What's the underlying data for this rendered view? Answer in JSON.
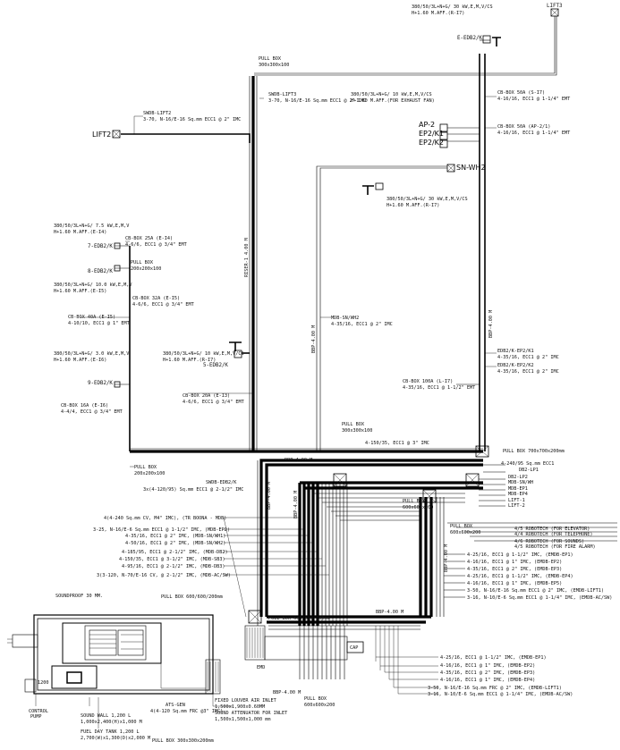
{
  "labels": {
    "top_eq": [
      "380/50/3L+N+G/ 30 kW,E,M,V/CS",
      "H+1.60 M.AFF.(R-I7)"
    ],
    "lift3": "LIFT3",
    "e_edb2": "E-EDB2/K",
    "pullbox_top": [
      "PULL BOX",
      "300x300x100"
    ],
    "swdb_lift3": [
      "SWDB-LIFT3",
      "3-70, N-16/E-16 Sq.mm ECC1 @ 2\" IMC"
    ],
    "exhaust_fan": [
      "380/50/3L+N+G/ 10 kW,E,M,V/CS",
      "H+1.60 M.AFF.(FOR EXHAUST FAN)"
    ],
    "cb_box_50a": [
      "CB-BOX 50A (S-I7)",
      "4-16/16, ECC1 @ 1-1/4\" EMT"
    ],
    "ap2": "AP-2",
    "ep2k1": "EP2/K1",
    "ep2k2": "EP2/K2",
    "cb_box_50a_2": [
      "CB-BOX 50A (AP-2/1)",
      "4-16/16, ECC1 @ 1-1/4\" EMT"
    ],
    "swdb_lift2": [
      "SWDB-LIFT2",
      "3-70, N-16/E-16 Sq.mm ECC1 @ 2\" IMC"
    ],
    "lift2": "LIFT2",
    "sn_wh2": "SN-WH2",
    "wh_eq": [
      "380/50/3L+N+G/ 30 kW,E,M,V/CS",
      "H+1.60 M.AFF.(R-I7)"
    ],
    "edb2_7_eq": [
      "380/50/3L+N+G/ 7.5 kW,E,M,V",
      "H+1.60 M.AFF.(E-I4)"
    ],
    "edb2_7": "7-EDB2/K",
    "cb_box_25a": [
      "CB-BOX 25A (E-I4)",
      "4-6/6, ECC1 @ 3/4\" EMT"
    ],
    "pullbox_mid": [
      "PULL BOX",
      "200x200x100"
    ],
    "edb2_8": "8-EDB2/K",
    "edb2_8_eq": [
      "380/50/3L+N+G/ 10.0 kW,E,M,V",
      "H+1.60 M.AFF.(E-I5)"
    ],
    "cb_box_32a": [
      "CB-BOX 32A (E-I5)",
      "4-6/6, ECC1 @ 3/4\" EMT"
    ],
    "cb_box_40a": [
      "CB-BOX 40A (E-I5)",
      "4-10/10, ECC1 @ 1\" EMT"
    ],
    "edb2_9_eq": [
      "380/50/3L+N+G/ 3.0 kW,E,M,V",
      "H+1.60 M.AFF.(E-I6)"
    ],
    "edb2_9": "9-EDB2/K",
    "cb_box_16a": [
      "CB-BOX 16A (E-I6)",
      "4-4/4, ECC1 @ 3/4\" EMT"
    ],
    "edb2_5_eq": [
      "380/50/3L+N+G/ 10 kW,E,M,V/CS",
      "H+1.60 M.AFF.(R-I7)"
    ],
    "edb2_5": "5-EDB2/K",
    "cb_box_20a": [
      "CB-BOX 20A (E-I3)",
      "4-6/6, ECC1 @ 3/4\" EMT"
    ],
    "mdb_sn": [
      "MDB-SN/WH2",
      "4-35/16, ECC1 @ 2\" IMC"
    ],
    "edb2_ep2k1": [
      "EDB2/K-EP2/K1",
      "4-35/16, ECC1 @ 2\" IMC"
    ],
    "edb2_ep2k2": [
      "EDB2/K-EP2/K2",
      "4-35/16, ECC1 @ 2\" IMC"
    ],
    "cb_box_100a": [
      "CB-BOX 100A (L-I7)",
      "4-35/16, ECC1 @ 1-1/2\" EMT"
    ],
    "pullbox_center": [
      "PULL BOX",
      "300x300x100"
    ],
    "center_feed": "4-150/35, ECC1 @ 3\" IMC",
    "pullbox_right": "PULL BOX 700x700x200mm",
    "pullbox_left": [
      "PULL BOX",
      "200x200x100"
    ],
    "swdb_edb2": [
      "SWDB-EDB2/K",
      "3x(4-120/95) Sq.mm ECC1 @ 2-1/2\" IMC"
    ],
    "right_feeders": [
      "4-240/95 Sq.mm ECC1",
      "DB2-LP1",
      "DB2-LP2",
      "MDB-SN/WH",
      "MDB-EP1",
      "MDB-EP4",
      "LIFT-1",
      "LIFT-2"
    ],
    "left_feeders": [
      "4(4-240 Sq.mm CV, M4\" IMC), (TR BOONA - MDB)",
      "3-25, N-16/E-6 Sq.mm ECC1 @ 1-1/2\" IMC, (MDB-EP2)",
      "4-35/16, ECC1 @ 2\" IMC, (MDB-SN/WH1)",
      "4-50/16, ECC1 @ 2\" IMC, (MDB-SN/WH2)",
      "4-185/95, ECC1 @ 2-1/2\" IMC, (MDB-DB2)",
      "4-150/35, ECC1 @ 3-1/2\" IMC, (MDB-SB3)",
      "4-95/16, ECC1 @ 2-1/2\" IMC, (MDB-DB3)",
      "3(3-120, N-70/E-16 CV, @ 2-1/2\" IMC, (MDB-AC/SW)"
    ],
    "pullbox_600": "PULL BOX 600/600/200mm",
    "pullbox_600b": [
      "PULL BOX",
      "600x600x200"
    ],
    "riser_a": "RISER-1 4.00 M",
    "riser_b": "BBP-4.00 M",
    "riser_c": "BBP-4.00 M",
    "riser_d": "BBP-4.00 M",
    "riser_e": "BBP-4.00 M",
    "riser_f": "BBP-4.00 M",
    "riser_g": "BBP-4.00 M",
    "riser_h": "BBP-4.00 M",
    "right_notes": [
      "4/5 ROBOTECH (FOR ELEVATOR)",
      "4/4 ROBOTECH (FOR TELEPHONE)",
      "4/6 ROBOTECH (FOR SOUNDS)",
      "4/5 ROBOTECH (FOR FIRE ALARM)"
    ],
    "pull_box_right2": [
      "PULL BOX",
      "600x600x200"
    ],
    "right_mid_feeders": [
      "4-25/16, ECC1 @ 1-1/2\" IMC, (EMDB-EP1)",
      "4-16/16, ECC1 @ 1\" IMC, (EMDB-EP2)",
      "4-35/16, ECC1 @ 2\" IMC, (EMDB-EP3)",
      "4-25/16, ECC1 @ 1-1/2\" IMC, (EMDB-EP4)",
      "4-16/16, ECC1 @ 1\" IMC, (EMDB-EP5)",
      "3-50, N-16/E-16 Sq.mm ECC1 @ 2\" IMC, (EMDB-LIFT1)",
      "3-16, N-10/E-6 Sq.mm ECC1 @ 1-1/4\" IMC, (EMDB-AC/SW)"
    ],
    "riser_i": "BBP-4.00 M",
    "bottom_feeders": [
      "4-25/16, ECC1 @ 1-1/2\" IMC, (EMDB-EP1)",
      "4-16/16, ECC1 @ 1\" IMC, (EMDB-EP2)",
      "4-35/16, ECC1 @ 2\" IMC, (EMDB-EP3)",
      "4-16/16, ECC1 @ 1\" IMC, (EMDB-EP4)",
      "3-50, N-16/E-16 Sq.mm FRC @ 2\" IMC, (EMDB-LIFT1)",
      "3-16, N-10/E-6 Sq.mm ECC1 @ 1-1/4\" IMC, (EMDB-AC/SW)"
    ],
    "soundproof": "SOUNDPROOF 30 MM.",
    "pull_box_mid2": "PULL BOX 600/600/200mm",
    "emd": "EMD",
    "cap": "CAP",
    "bbp_200": "BBP-4.00 M",
    "pull_box_bottom": [
      "PULL BOX",
      "600x600x200"
    ],
    "pull_box_bl": "PULL BOX 300x300x200mm",
    "ats": [
      "ATS-GEN",
      "4(4-120 Sq.mm FRC @3\" IMC)"
    ],
    "louver": [
      "FIXED LOUVER AIR INLET",
      "1,500x1,900x0.60MM",
      "SOUND ATTENUATOR FOR INLET",
      "1,500x1,500x1,000 mm"
    ],
    "sound_wall": [
      "SOUND WALL 1,200 L",
      "1,000x2,400(H)x1,000 M"
    ],
    "fuel_tank": [
      "FUEL DAY TANK 1,200 L",
      "2,700(W)x1,300(D)x2,000 M"
    ],
    "control_pump": [
      "CONTROL",
      "PUMP"
    ],
    "dim_1200": "1200"
  }
}
